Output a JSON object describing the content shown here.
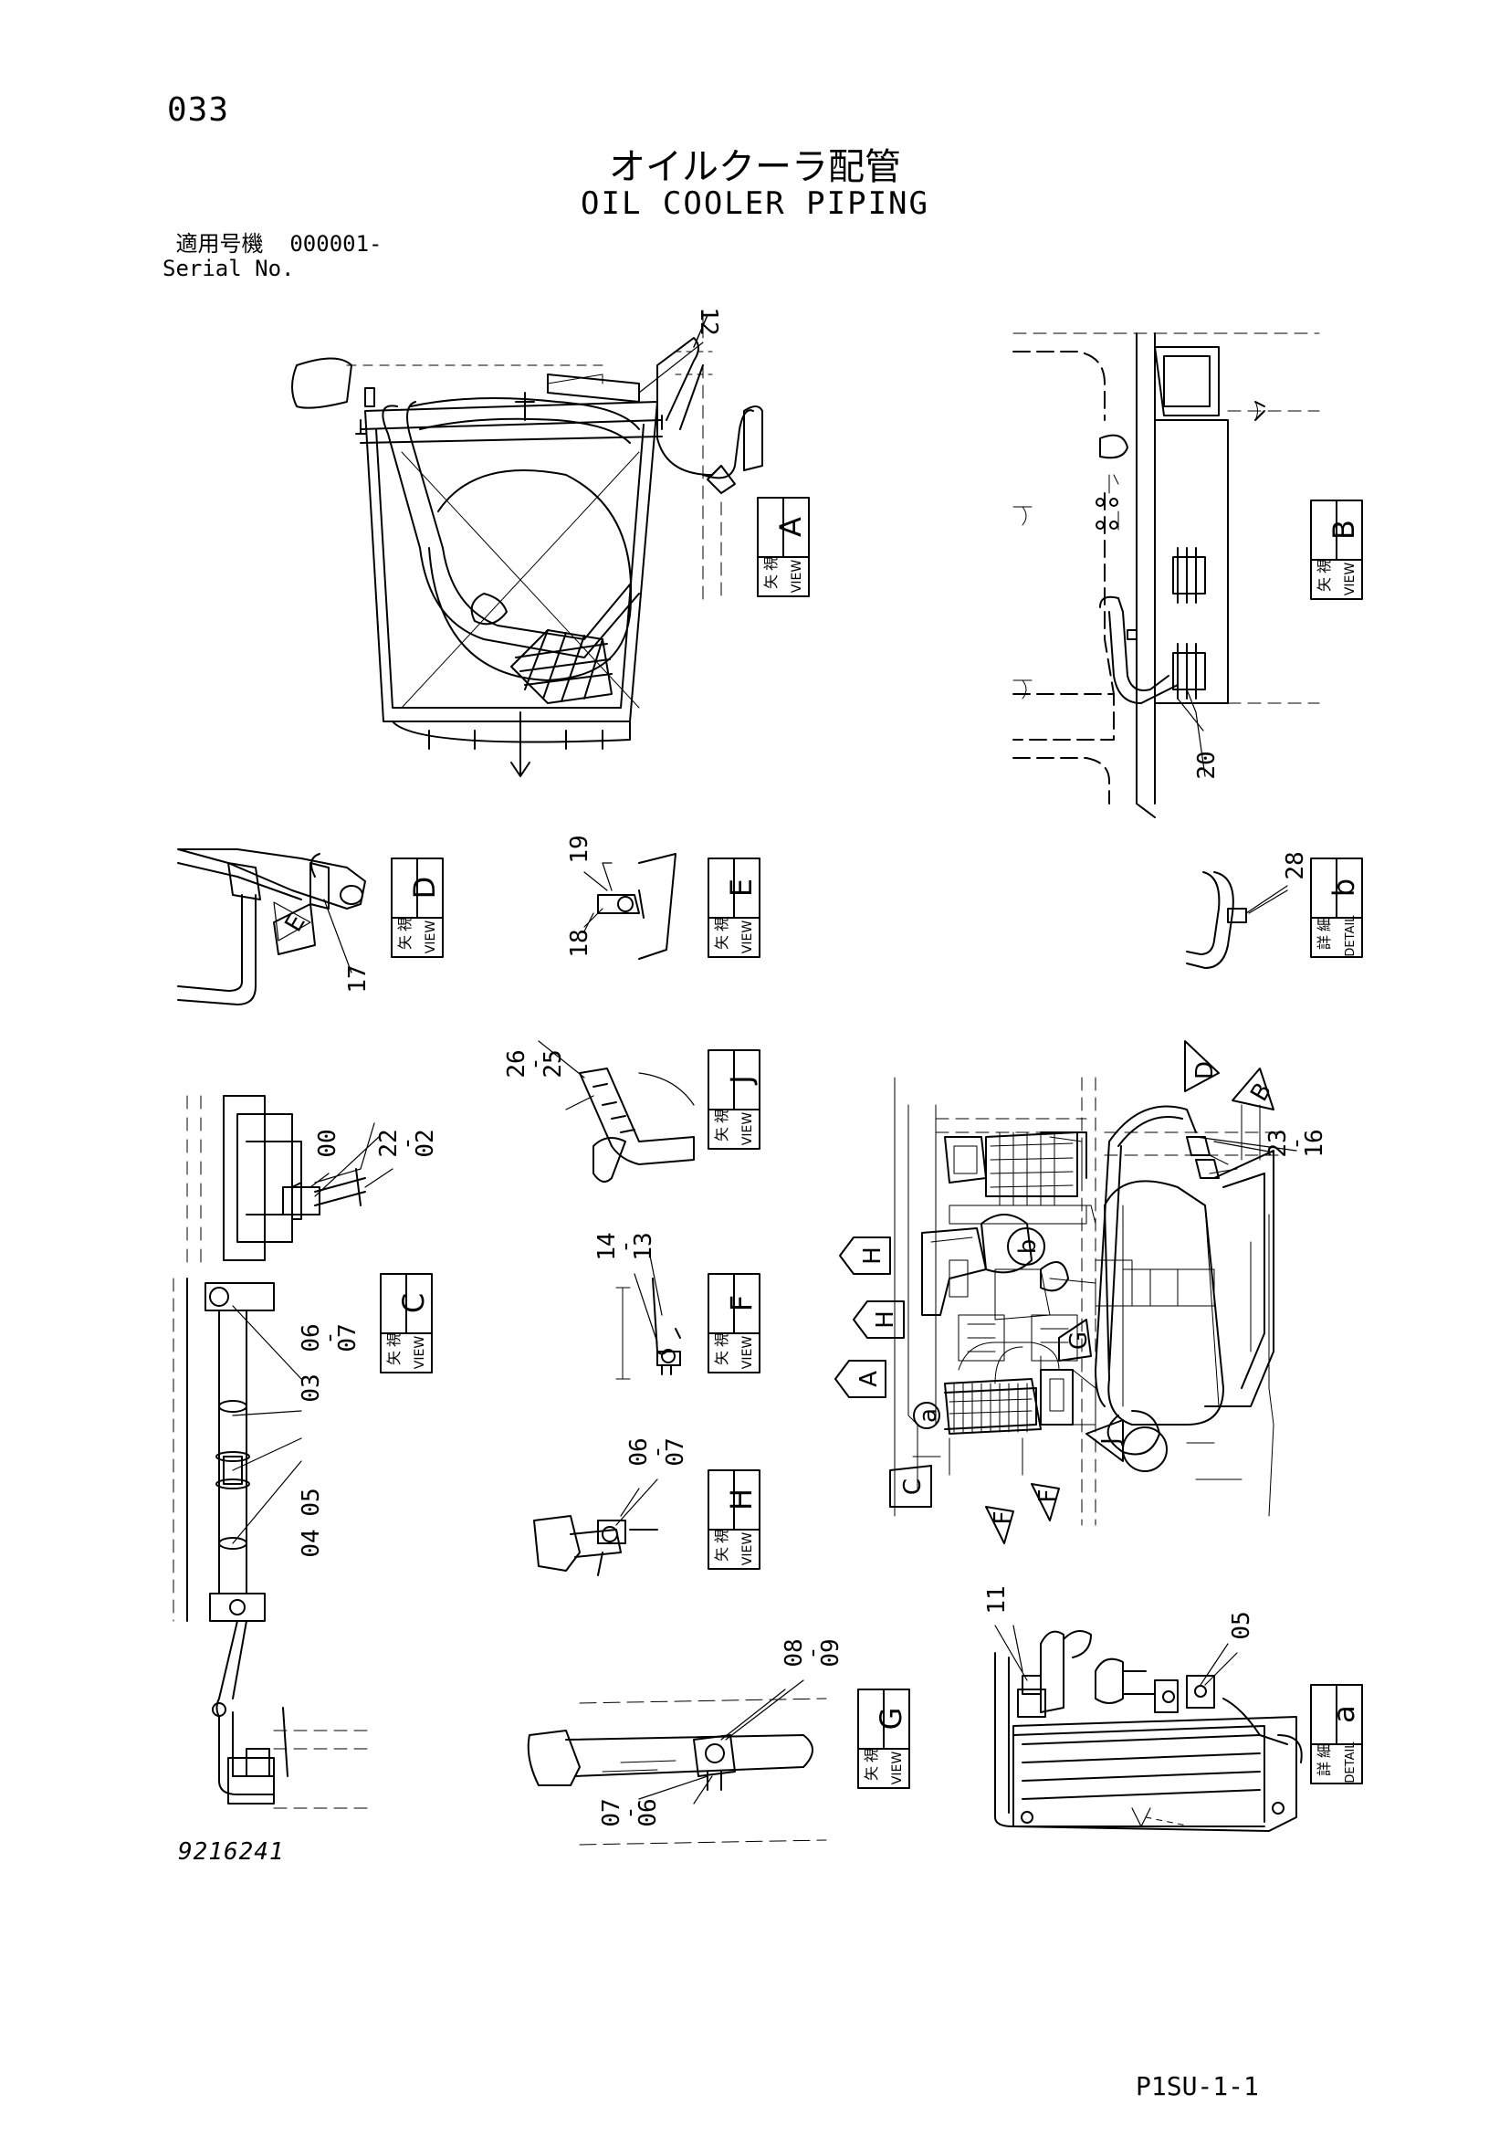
{
  "page": {
    "number": "033",
    "title_jp": "オイルクーラ配管",
    "title_en": "OIL COOLER PIPING",
    "serial_label_jp": "適用号機",
    "serial_range": "000001-",
    "serial_label_en": "Serial No.",
    "drawing_number": "9216241",
    "footer_code": "P1SU-1-1"
  },
  "view_labels": [
    {
      "kind_jp": "矢",
      "kind2_jp": "視",
      "kind_en": "VIEW",
      "letter": "A"
    },
    {
      "kind_jp": "矢",
      "kind2_jp": "視",
      "kind_en": "VIEW",
      "letter": "B"
    },
    {
      "kind_jp": "矢",
      "kind2_jp": "視",
      "kind_en": "VIEW",
      "letter": "D"
    },
    {
      "kind_jp": "矢",
      "kind2_jp": "視",
      "kind_en": "VIEW",
      "letter": "E"
    },
    {
      "kind_jp": "詳",
      "kind2_jp": "細",
      "kind_en": "DETAIL",
      "letter": "b"
    },
    {
      "kind_jp": "矢",
      "kind2_jp": "視",
      "kind_en": "VIEW",
      "letter": "J"
    },
    {
      "kind_jp": "矢",
      "kind2_jp": "視",
      "kind_en": "VIEW",
      "letter": "C"
    },
    {
      "kind_jp": "矢",
      "kind2_jp": "視",
      "kind_en": "VIEW",
      "letter": "F"
    },
    {
      "kind_jp": "矢",
      "kind2_jp": "視",
      "kind_en": "VIEW",
      "letter": "H"
    },
    {
      "kind_jp": "矢",
      "kind2_jp": "視",
      "kind_en": "VIEW",
      "letter": "G"
    },
    {
      "kind_jp": "詳",
      "kind2_jp": "細",
      "kind_en": "DETAIL",
      "letter": "a"
    }
  ],
  "part_callouts": {
    "c12": "12",
    "c20": "20",
    "c17": "17",
    "c19": "19",
    "c18": "18",
    "c28": "28",
    "c26": "26",
    "c25": "25",
    "c23": "23",
    "c16": "16",
    "c00": "00",
    "c22": "22",
    "c02": "02",
    "c14": "14",
    "c13": "13",
    "c03": "03",
    "c06a": "06",
    "c07a": "07",
    "c06b": "06",
    "c07b": "07",
    "c04": "04",
    "c05": "05",
    "c11": "11",
    "c05b": "05",
    "c08": "08",
    "c09": "09",
    "c07c": "07",
    "c06c": "06",
    "dash": "-"
  },
  "view_arrows": {
    "d": "D",
    "b": "B",
    "h1": "H",
    "h2": "H",
    "a": "A",
    "g": "G",
    "j": "J",
    "c": "C",
    "f1": "F",
    "f2": "F",
    "e": "E",
    "detail_b": "b",
    "detail_a": "a"
  }
}
